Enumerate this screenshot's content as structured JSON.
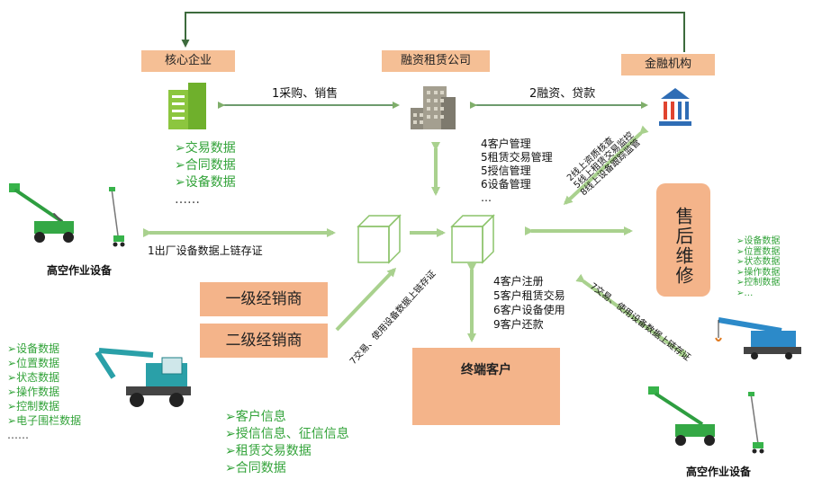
{
  "nodes": {
    "core": "核心企业",
    "leasing": "融资租赁公司",
    "finance": "金融机构",
    "dealer1": "一级经销商",
    "dealer2": "二级经销商",
    "customer": "终端客户",
    "aftersales": "售后维修",
    "equip_left": "高空作业设备",
    "equip_right": "高空作业设备"
  },
  "edges": {
    "core_leasing": "1采购、销售",
    "leasing_finance": "2融资、贷款",
    "factory_chain": "1出厂设备数据上链存证",
    "finance_diag": [
      "2线上资质核查",
      "5线上租赁交易监控",
      "8线上设备跟踪监管"
    ],
    "dealer_diag": "7交易、使用设备数据上链存证",
    "right_diag": "7交易、使用设备数据上链存证"
  },
  "lists": {
    "core_data": [
      "交易数据",
      "合同数据",
      "设备数据",
      "……"
    ],
    "leasing_mgmt": [
      "4客户管理",
      "5租赁交易管理",
      "5授信管理",
      "6设备管理",
      "…"
    ],
    "customer_flow": [
      "4客户注册",
      "5客户租赁交易",
      "6客户设备使用",
      "9客户还款"
    ],
    "excavator_data": [
      "设备数据",
      "位置数据",
      "状态数据",
      "操作数据",
      "控制数据",
      "电子围栏数据",
      "……"
    ],
    "customer_data": [
      "客户信息",
      "授信信息、征信信息",
      "租赁交易数据",
      "合同数据"
    ],
    "crane_data": [
      "设备数据",
      "位置数据",
      "状态数据",
      "操作数据",
      "控制数据",
      "…"
    ]
  },
  "colors": {
    "arrow": "#a9d18e",
    "tag": "#f5bf95",
    "green_text": "#33a33a",
    "cube": "#8cc36a"
  }
}
